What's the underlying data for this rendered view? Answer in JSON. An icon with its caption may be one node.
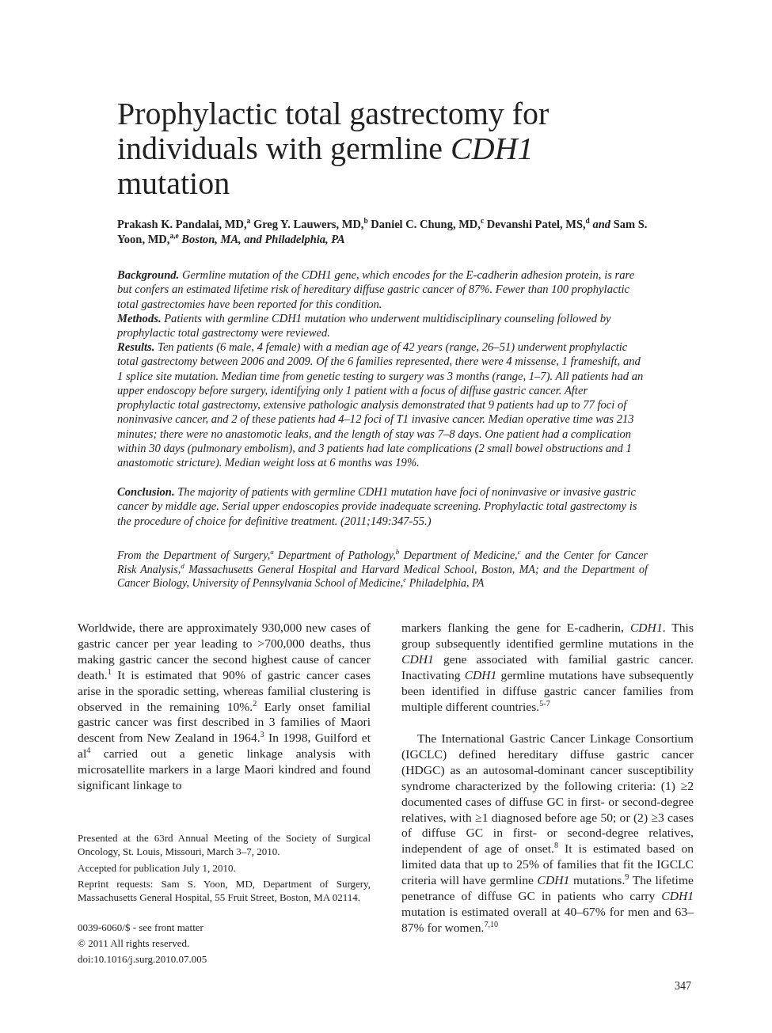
{
  "diagram": {
    "title": "Prophylactic total gastrectomy for individuals with germline *CDH1* mutation",
    "labels": [
      "Prakash K. Pandalai, MD,$^{a}$ Greg Y. Lauwers, MD,$^{b}$ Daniel C. Chung, MD,$^{c}$ Devanshi Patel, MS,$^{d}$ *and* Sam S. Yoon, MD,$^{a,e}$ *Boston, MA, and Philadelphia, PA*",
      "**Background.** Germline mutation of the CDH1 gene, which encodes for the E-cadherin adhesion protein, is rare but confers an estimated lifetime risk of hereditary diffuse gastric cancer of 87%. Fewer than 100 prophylactic total gastrectomies have been reported for this condition.",
      "**Methods.** Patients with germline CDH1 mutation who underwent multidisciplinary counseling followed by prophylactic total gastrectomy were reviewed.",
      "**Results.** Ten patients (6 male, 4 female) with a median age of 42 years (range, 26–51) underwent prophylactic total gastrectomy between 2006 and 2009. Of the 6 families represented, there were 4 missense, 1 frameshift, and 1 splice site mutation. Median time from genetic testing to surgery was 3 months (range, 1–7). All patients had an upper endoscopy before surgery, identifying only 1 patient with a focus of diffuse gastric cancer. After prophylactic total gastrectomy, extensive pathologic analysis demonstrated that 9 patients had up to 77 foci of noninvasive cancer, and 2 of these patients had 4–12 foci of T1 invasive cancer. Median operative time was 213 minutes; there were no anastomotic leaks, and the length of stay was 7–8 days. One patient had a complication within 30 days (pulmonary embolism), and 3 patients had late complications (2 small bowel obstructions and 1 anastomotic stricture). Median weight loss at 6 months was 19%.",
      "**Conclusion.** The majority of patients with germline CDH1 mutation have foci of noninvasive or invasive gastric cancer by middle age. Serial upper endoscopies provide inadequate screening. Prophylactic total gastrectomy is the procedure of choice for definitive treatment. (2011;149:347-55.)",
      "From the Department of Surgery,$^{a}$ Department of Pathology,$^{b}$ Department of Medicine,$^{c}$ and the Center for Cancer Risk Analysis,$^{d}$ Massachusetts General Hospital and Harvard Medical School, Boston, MA; and the Department of Cancer Biology, University of Pennsylvania School of Medicine,$^{e}$ Philadelphia, PA",
      "Worldwide, there are approximately 930,000 new cases of gastric cancer per year leading to >700,000 deaths, thus making gastric cancer the second highest cause of cancer death.$^{1}$ It is estimated that 90% of gastric cancer cases arise in the sporadic setting, whereas familial clustering is observed in the remaining 10%.$^{2}$ Early onset familial gastric cancer was first described in 3 families of Maori descent from New Zealand in 1964.$^{3}$ In 1998, Guilford et al$^{4}$ carried out a genetic linkage analysis with microsatellite markers in a large Maori kindred and found significant linkage to",
      "Presented at the 63rd Annual Meeting of the Society of Surgical Oncology, St. Louis, Missouri, March 3–7, 2010.",
      "Accepted for publication July 1, 2010.",
      "Reprint requests: Sam S. Yoon, MD, Department of Surgery, Massachusetts General Hospital, 55 Fruit Street, Boston, MA 02114.",
      "0039-6060/$ - see front matter",
      "© 2011 All rights reserved.",
      "doi:10.1016/j.surg.2010.07.005",
      "markers flanking the gene for E-cadherin, *CDH1*. This group subsequently identified germline mutations in the *CDH1* gene associated with familial gastric cancer. Inactivating *CDH1* germline mutations have subsequently been identified in diffuse gastric cancer families from multiple different countries.$^{5-7}$",
      "The International Gastric Cancer Linkage Consortium (IGCLC) defined hereditary diffuse gastric cancer (HDGC) as an autosomal-dominant cancer susceptibility syndrome characterized by the following criteria: (1) ≥2 documented cases of diffuse GC in first- or second-degree relatives, with ≥1 diagnosed before age 50; or (2) ≥3 cases of diffuse GC in first- or second-degree relatives, independent of age of onset.$^{8}$ It is estimated based on limited data that up to 25% of families that fit the IGCLC criteria will have germline *CDH1* mutations.$^{9}$ The lifetime penetrance of diffuse GC in patients who carry *CDH1* mutation is estimated overall at 40–67% for men and 63–87% for women.$^{7,10}$",
      "347"
    ]
  }
}
